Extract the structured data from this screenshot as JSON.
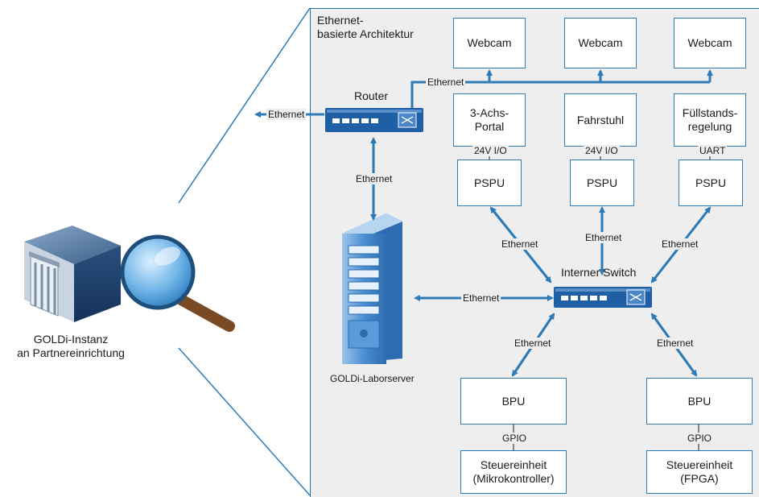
{
  "title": "Ethernet-\nbasierte Architektur",
  "instance_label": "GOLDi-Instanz\nan Partnereinrichtung",
  "router_label": "Router",
  "switch_label": "Interner Switch",
  "server_label": "GOLDi-Laborserver",
  "boxes": {
    "webcam_1": "Webcam",
    "webcam_2": "Webcam",
    "webcam_3": "Webcam",
    "portal": "3-Achs-\nPortal",
    "fahrstuhl": "Fahrstuhl",
    "fuellstand": "Füllstands-\nregelung",
    "pspu_1": "PSPU",
    "pspu_2": "PSPU",
    "pspu_3": "PSPU",
    "bpu_1": "BPU",
    "bpu_2": "BPU",
    "steuer_1": "Steuereinheit\n(Mikrokontroller)",
    "steuer_2": "Steuereinheit\n(FPGA)"
  },
  "links": {
    "ethernet": "Ethernet",
    "io_24v": "24V I/O",
    "uart": "UART",
    "gpio": "GPIO"
  },
  "colors": {
    "accent": "#2f7bb5",
    "device": "#1f5fa6",
    "panel": "#eeeeef"
  }
}
